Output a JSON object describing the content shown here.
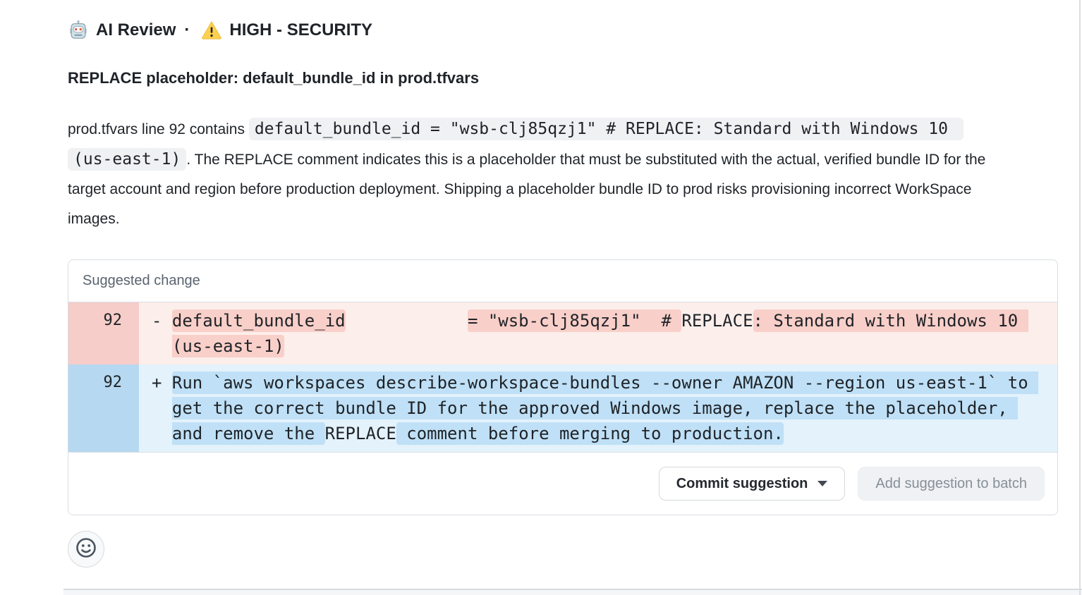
{
  "header": {
    "robot_icon": "robot-icon",
    "app_title": "AI Review",
    "separator": "·",
    "warning_icon": "warning-icon",
    "severity": "HIGH - SECURITY"
  },
  "comment": {
    "title": "REPLACE placeholder: default_bundle_id in prod.tfvars",
    "body_pre_code": "prod.tfvars line 92 contains ",
    "inline_code": "default_bundle_id = \"wsb-clj85qzj1\" # REPLACE: Standard with Windows 10 (us-east-1)",
    "body_post_code": ". The REPLACE comment indicates this is a placeholder that must be substituted with the actual, verified bundle ID for the target account and region before production deployment. Shipping a placeholder bundle ID to prod risks provisioning incorrect WorkSpace images."
  },
  "suggestion": {
    "header_label": "Suggested change",
    "deletion": {
      "line_number": "92",
      "segments": [
        {
          "text": "- ",
          "hl": false
        },
        {
          "text": "default_bundle_id",
          "hl": true
        },
        {
          "text": "            ",
          "hl": false
        },
        {
          "text": "= \"wsb-clj85qzj1\"  # ",
          "hl": true
        },
        {
          "text": "REPLACE",
          "hl": false
        },
        {
          "text": ": Standard with Windows 10 (us-east-1)",
          "hl": true
        }
      ]
    },
    "addition": {
      "line_number": "92",
      "segments": [
        {
          "text": "+ ",
          "hl": false
        },
        {
          "text": "Run `aws workspaces describe-workspace-bundles --owner AMAZON --region us-east-1` to get the correct bundle ID for the approved Windows image, replace the placeholder, and remove the ",
          "hl": true
        },
        {
          "text": "REPLACE",
          "hl": false
        },
        {
          "text": " comment before merging to production.",
          "hl": true
        }
      ]
    },
    "buttons": {
      "commit_label": "Commit suggestion",
      "batch_label": "Add suggestion to batch"
    }
  },
  "reactions": {
    "smiley_icon": "smiley-icon"
  },
  "colors": {
    "deletion_row_bg": "#fceeeb",
    "deletion_gutter_bg": "#f6cdc9",
    "deletion_word_highlight": "#f9cfc9",
    "addition_row_bg": "#e4f2fb",
    "addition_gutter_bg": "#b6d8f0",
    "addition_word_highlight": "#bfe0f6",
    "inline_code_bg": "#eff1f3",
    "muted_text": "#59636e",
    "border": "#d8dee4",
    "warning_yellow": "#f5c542"
  }
}
